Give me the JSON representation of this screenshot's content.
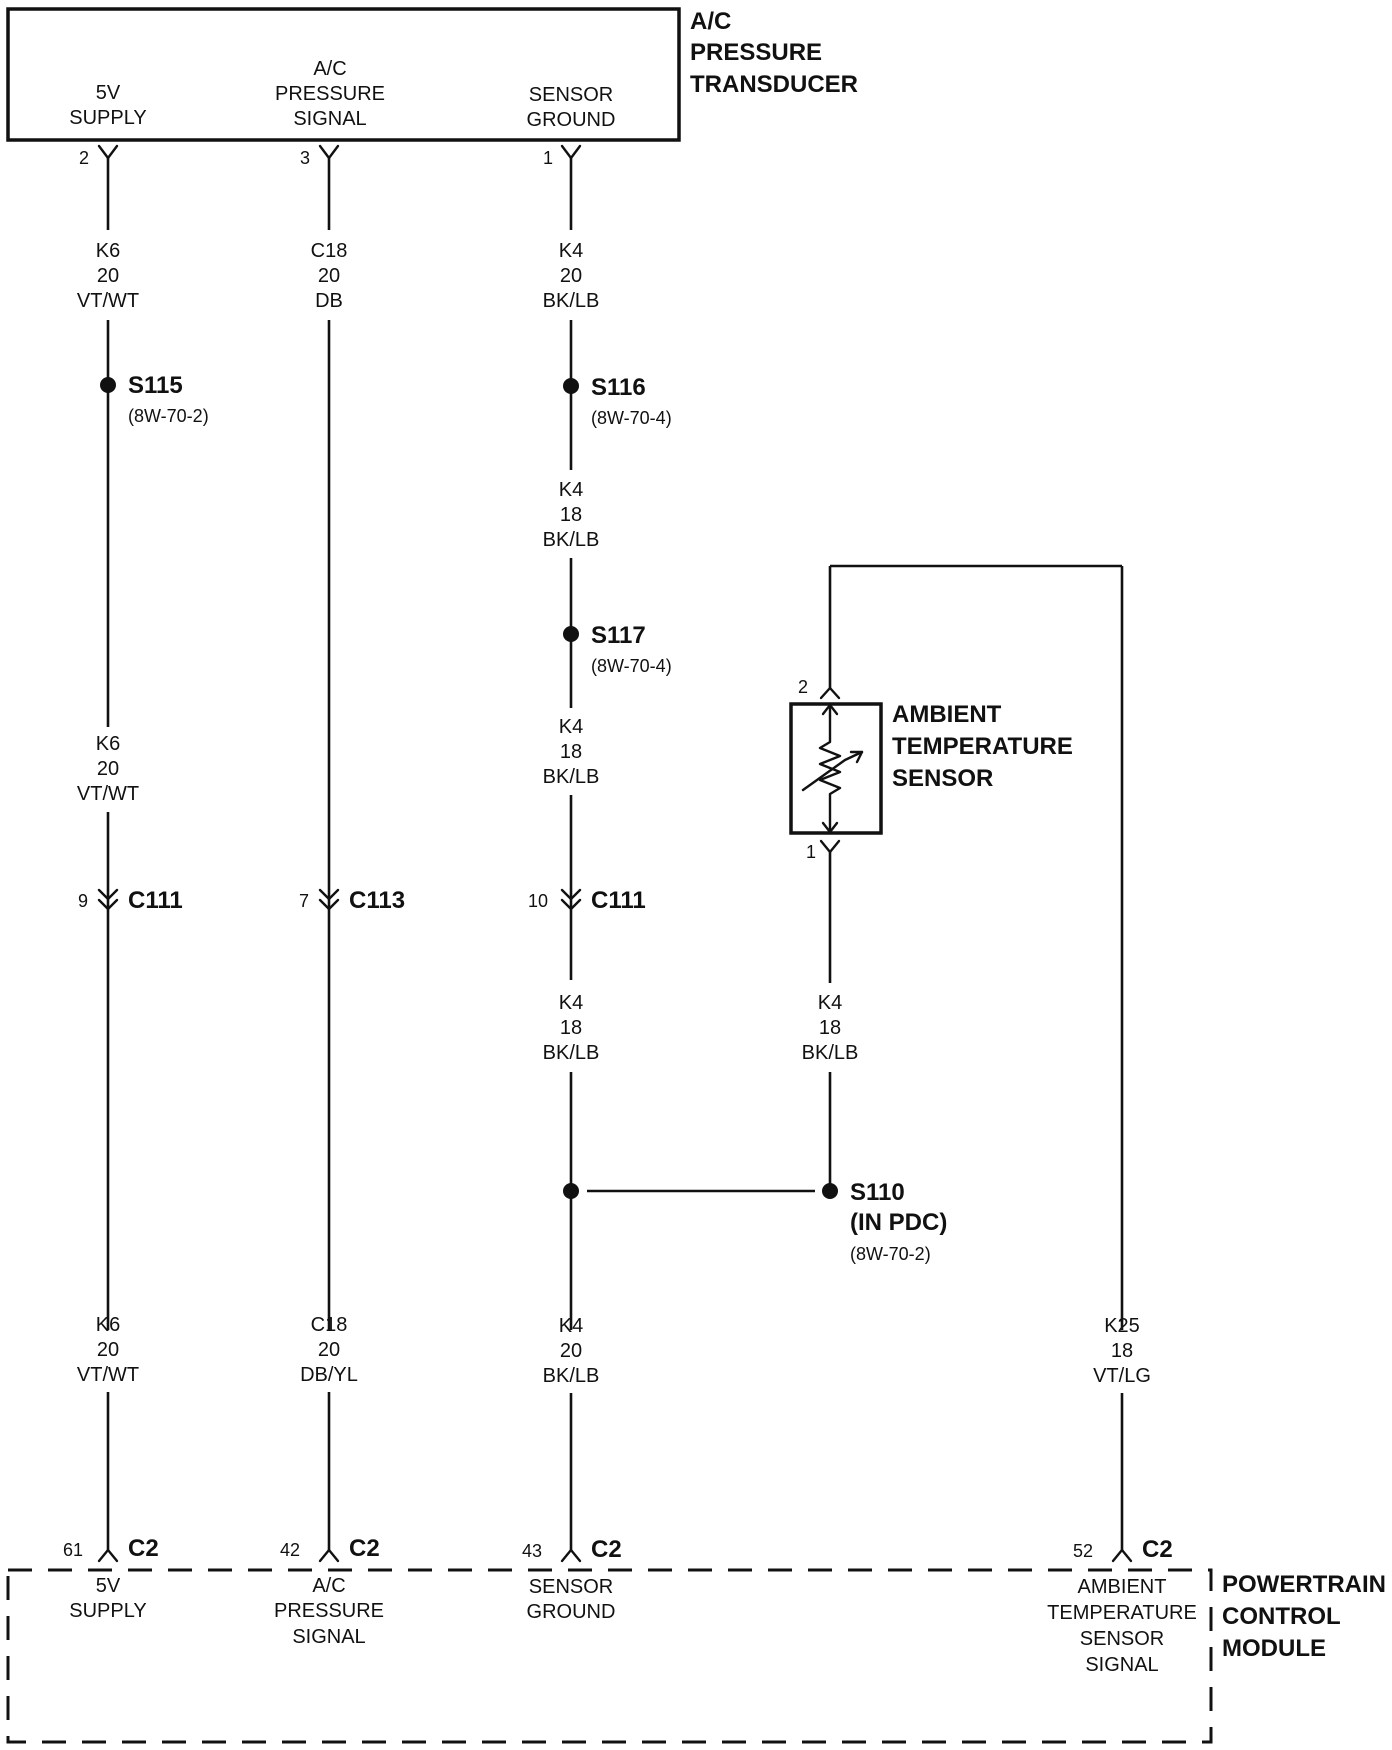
{
  "transducer": {
    "title": [
      "A/C",
      "PRESSURE",
      "TRANSDUCER"
    ],
    "pins": [
      {
        "label": [
          "5V",
          "SUPPLY"
        ],
        "pin": "2"
      },
      {
        "label": [
          "A/C",
          "PRESSURE",
          "SIGNAL"
        ],
        "pin": "3"
      },
      {
        "label": [
          "SENSOR",
          "GROUND"
        ],
        "pin": "1"
      }
    ]
  },
  "wire_labels": {
    "k6_top": [
      "K6",
      "20",
      "VT/WT"
    ],
    "c18_top": [
      "C18",
      "20",
      "DB"
    ],
    "k4_top": [
      "K4",
      "20",
      "BK/LB"
    ],
    "k4_s116_s117": [
      "K4",
      "18",
      "BK/LB"
    ],
    "k4_s117_c111": [
      "K4",
      "18",
      "BK/LB"
    ],
    "k6_mid": [
      "K6",
      "20",
      "VT/WT"
    ],
    "k4_c111_s110": [
      "K4",
      "18",
      "BK/LB"
    ],
    "k4_ambient": [
      "K4",
      "18",
      "BK/LB"
    ],
    "k6_bot": [
      "K6",
      "20",
      "VT/WT"
    ],
    "c18_bot": [
      "C18",
      "20",
      "DB/YL"
    ],
    "k4_bot": [
      "K4",
      "20",
      "BK/LB"
    ],
    "k25_bot": [
      "K25",
      "18",
      "VT/LG"
    ]
  },
  "splices": {
    "s115": {
      "name": "S115",
      "ref": "(8W-70-2)"
    },
    "s116": {
      "name": "S116",
      "ref": "(8W-70-4)"
    },
    "s117": {
      "name": "S117",
      "ref": "(8W-70-4)"
    },
    "s110": {
      "name": [
        "S110",
        "(IN PDC)"
      ],
      "ref": "(8W-70-2)"
    }
  },
  "connectors": {
    "c111_a": {
      "pin": "9",
      "name": "C111"
    },
    "c113": {
      "pin": "7",
      "name": "C113"
    },
    "c111_b": {
      "pin": "10",
      "name": "C111"
    }
  },
  "ambient_sensor": {
    "title": [
      "AMBIENT",
      "TEMPERATURE",
      "SENSOR"
    ],
    "pin_top": "2",
    "pin_bottom": "1"
  },
  "pcm": {
    "title": [
      "POWERTRAIN",
      "CONTROL",
      "MODULE"
    ],
    "pins": [
      {
        "pin": "61",
        "conn": "C2",
        "label": [
          "5V",
          "SUPPLY"
        ]
      },
      {
        "pin": "42",
        "conn": "C2",
        "label": [
          "A/C",
          "PRESSURE",
          "SIGNAL"
        ]
      },
      {
        "pin": "43",
        "conn": "C2",
        "label": [
          "SENSOR",
          "GROUND"
        ]
      },
      {
        "pin": "52",
        "conn": "C2",
        "label": [
          "AMBIENT",
          "TEMPERATURE",
          "SENSOR",
          "SIGNAL"
        ]
      }
    ]
  }
}
